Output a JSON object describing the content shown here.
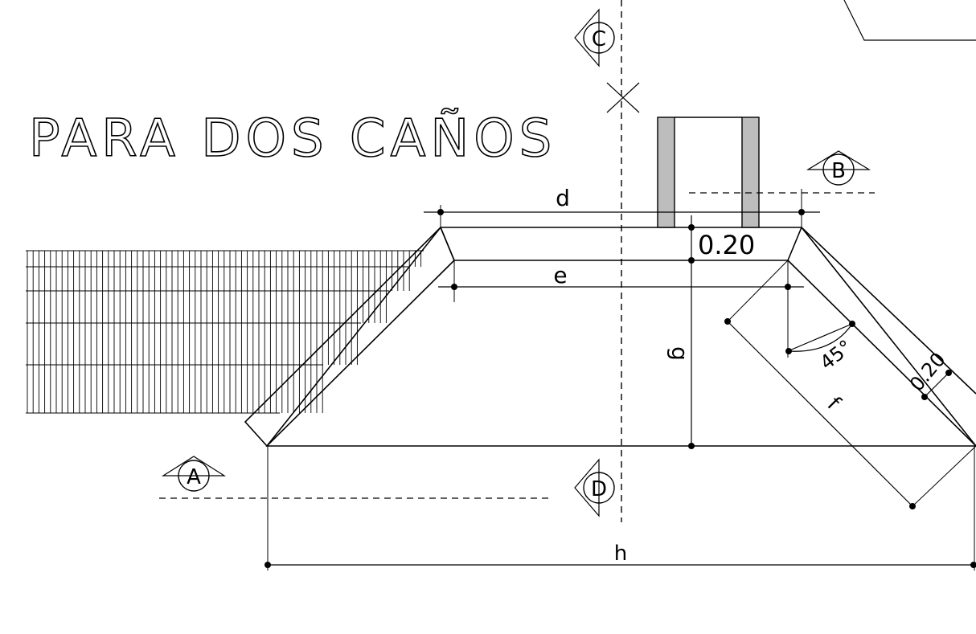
{
  "title": "PARA DOS CAÑOS",
  "section_markers": {
    "a": "A",
    "b": "B",
    "c": "C",
    "d": "D"
  },
  "dimensions": {
    "d": "d",
    "e": "e",
    "f": "f",
    "g": "g",
    "h": "h",
    "thickness_top": "0.20",
    "thickness_wing": "0.20",
    "angle": "45°"
  },
  "colors": {
    "line": "#000000",
    "pipe_fill": "#bdbdbd",
    "background": "#ffffff"
  }
}
